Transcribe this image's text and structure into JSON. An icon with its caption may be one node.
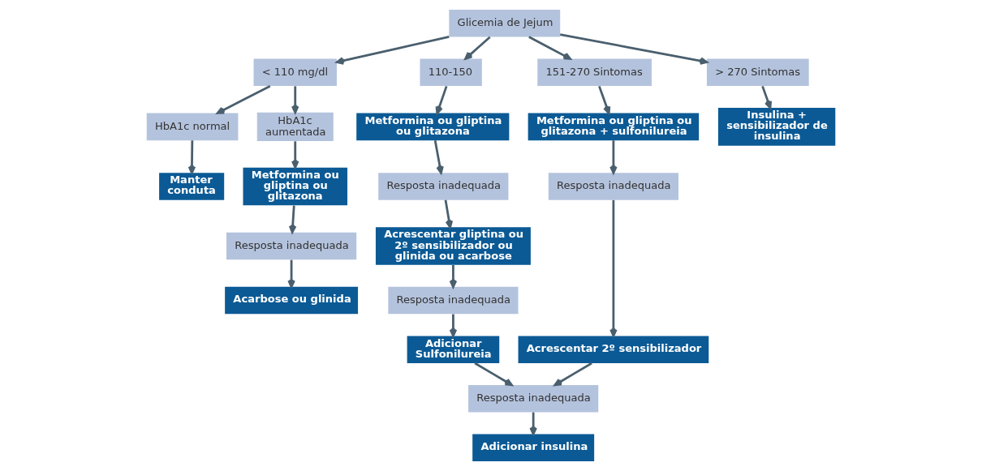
{
  "diagram": {
    "nodes": [
      {
        "text": [
          "Glicemia de Jejum"
        ]
      },
      {
        "text": [
          "< 110 mg/dl"
        ]
      },
      {
        "text": [
          "110-150"
        ]
      },
      {
        "text": [
          "151-270 Sintomas"
        ]
      },
      {
        "text": [
          "> 270 Sintomas"
        ]
      },
      {
        "text": [
          "HbA1c normal"
        ]
      },
      {
        "text": [
          "HbA1c aumentada"
        ]
      },
      {
        "text": [
          "Manter conduta"
        ]
      },
      {
        "text": [
          "Metformina ou gliptina ou glitazona"
        ]
      },
      {
        "text": [
          "Resposta inadequada"
        ]
      },
      {
        "text": [
          "Acarbose ou glinida"
        ]
      },
      {
        "text": [
          "Metformina ou gliptina ou glitazona"
        ]
      },
      {
        "text": [
          "Resposta inadequada"
        ]
      },
      {
        "text": [
          "Acrescentar gliptina ou 2º sensibilizador ou glinida ou acarbose"
        ]
      },
      {
        "text": [
          "Resposta inadequada"
        ]
      },
      {
        "text": [
          "Adicionar Sulfonilureia"
        ]
      },
      {
        "text": [
          "Metformina ou gliptina ou glitazona + sulfonilureia"
        ]
      },
      {
        "text": [
          "Resposta inadequada"
        ]
      },
      {
        "text": [
          "Acrescentar 2º sensibilizador"
        ]
      },
      {
        "text": [
          "Resposta inadequada"
        ]
      },
      {
        "text": [
          "Adicionar insulina"
        ]
      },
      {
        "text": [
          "Insulina + sensibilizador de insulina"
        ]
      }
    ],
    "edges": [
      {
        "from": 0,
        "to": 1,
        "arrow": "to"
      },
      {
        "from": 0,
        "to": 2,
        "arrow": "to"
      },
      {
        "from": 0,
        "to": 3,
        "arrow": "to"
      },
      {
        "from": 0,
        "to": 4,
        "arrow": "to"
      },
      {
        "from": 1,
        "to": 5,
        "arrow": "to"
      },
      {
        "from": 1,
        "to": 6,
        "arrow": "to"
      },
      {
        "from": 5,
        "to": 7,
        "arrow": "to"
      },
      {
        "from": 6,
        "to": 8,
        "arrow": "to"
      },
      {
        "from": 8,
        "to": 9,
        "arrow": "to"
      },
      {
        "from": 9,
        "to": 10,
        "arrow": "to"
      },
      {
        "from": 2,
        "to": 11,
        "arrow": "to"
      },
      {
        "from": 11,
        "to": 12,
        "arrow": "to"
      },
      {
        "from": 12,
        "to": 13,
        "arrow": "to"
      },
      {
        "from": 13,
        "to": 14,
        "arrow": "to"
      },
      {
        "from": 14,
        "to": 15,
        "arrow": "to"
      },
      {
        "from": 15,
        "to": 19,
        "arrow": "to"
      },
      {
        "from": 3,
        "to": 16,
        "arrow": "to"
      },
      {
        "from": 16,
        "to": 17,
        "arrow": "to"
      },
      {
        "from": 17,
        "to": 18,
        "arrow": "to"
      },
      {
        "from": 18,
        "to": 19,
        "arrow": "to"
      },
      {
        "from": 19,
        "to": 20,
        "arrow": "to"
      },
      {
        "from": 4,
        "to": 21,
        "arrow": "to"
      }
    ]
  }
}
